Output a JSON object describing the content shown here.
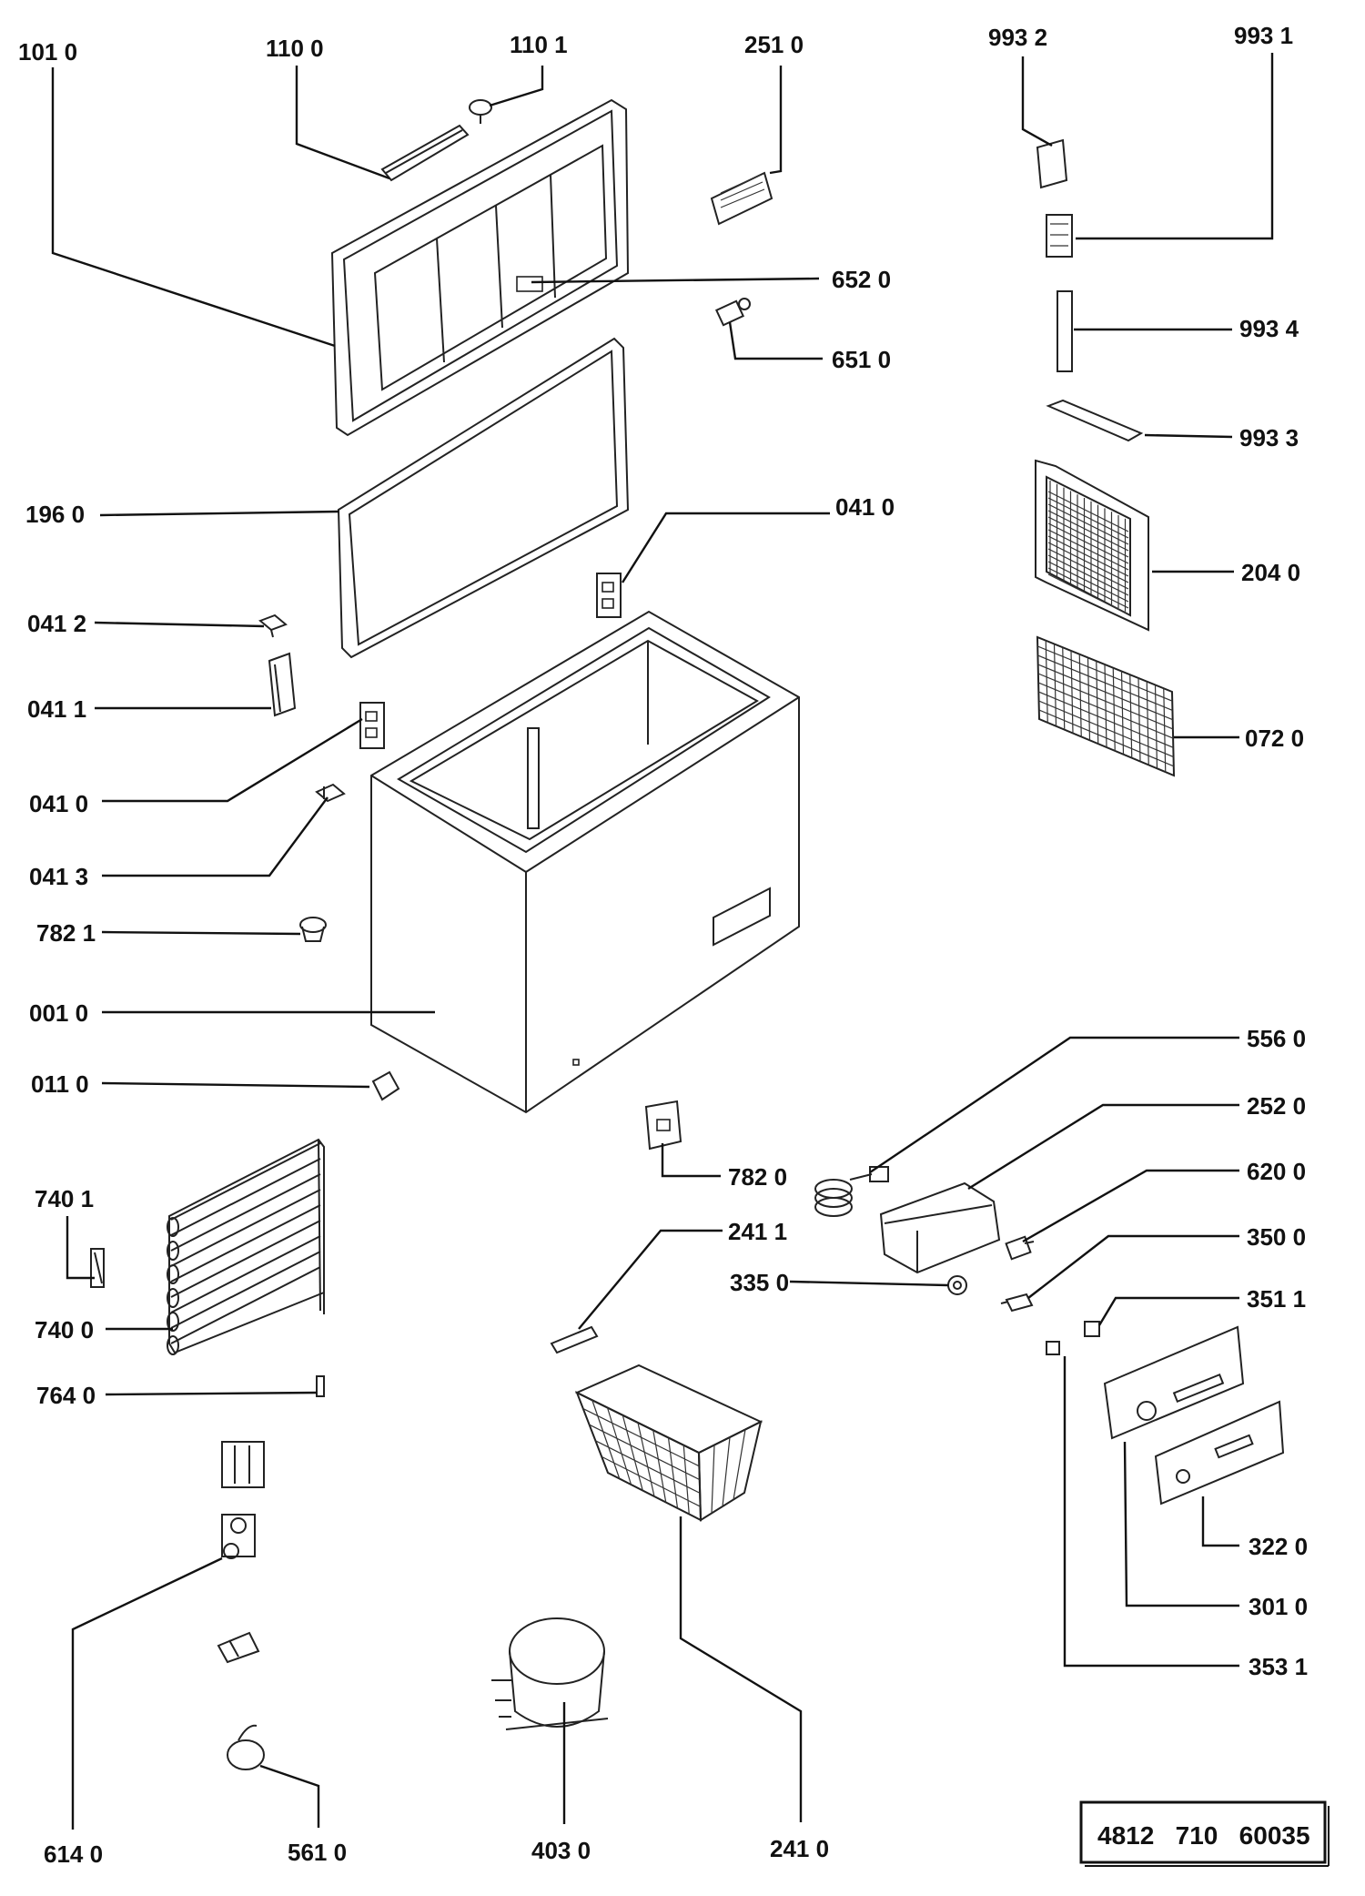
{
  "labels": {
    "l1010": "101 0",
    "l1100": "110  0",
    "l1101": "110 1",
    "l2510": "251 0",
    "l9932": "993  2",
    "l9931": "993  1",
    "l6520": "652 0",
    "l6510": "651 0",
    "l9934": "993  4",
    "l9933": "993  3",
    "l1960": "196  0",
    "l0410a": "041 0",
    "l2040": "204  0",
    "l0412": "041  2",
    "l0411": "041  1",
    "l0720": "072  0",
    "l0410b": "041 0",
    "l0413": "041  3",
    "l7821": "782 1",
    "l0010": "001 0",
    "l0110": "011  0",
    "l5560": "556  0",
    "l2520": "252  0",
    "l7820": "782  0",
    "l6200": "620  0",
    "l7401": "740  1",
    "l2411": "241  1",
    "l3500": "350  0",
    "l3350": "335 0",
    "l3511": "351  1",
    "l7400": "740  0",
    "l7640": "764  0",
    "l3220": "322  0",
    "l3010": "301  0",
    "l3531": "353  1",
    "l6140": "614  0",
    "l5610": "561  0",
    "l4030": "403  0",
    "l2410": "241  0"
  },
  "doc_number": "4812   710   60035",
  "icons": [
    "freezer-lid",
    "lid-gasket",
    "cabinet",
    "condenser",
    "compressor",
    "wire-basket",
    "grille",
    "control-panel"
  ]
}
